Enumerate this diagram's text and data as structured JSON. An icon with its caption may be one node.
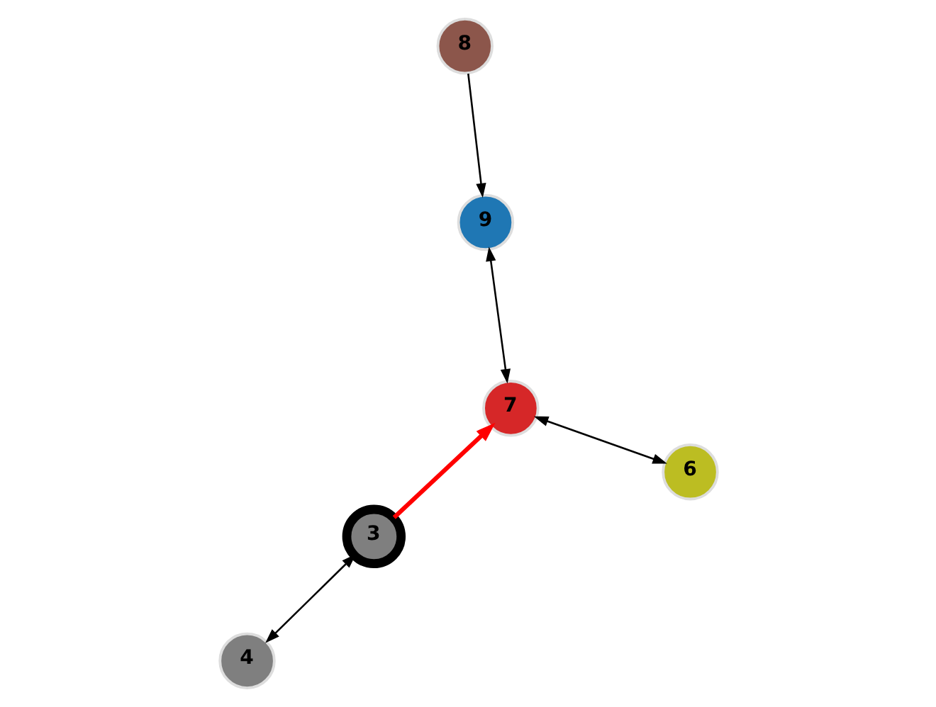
{
  "diagram": {
    "nodes": [
      {
        "text": [
          "4"
        ]
      },
      {
        "text": [
          "6"
        ]
      },
      {
        "text": [
          "3"
        ]
      },
      {
        "text": [
          "7"
        ]
      },
      {
        "text": [
          "9"
        ]
      },
      {
        "text": [
          "8"
        ]
      }
    ],
    "edges": [
      {
        "from": 2,
        "to": 0,
        "arrow": "both"
      },
      {
        "from": 2,
        "to": 3,
        "arrow": "to",
        "style": "thick",
        "color": "#ff0000"
      },
      {
        "from": 1,
        "to": 3,
        "arrow": "both"
      },
      {
        "from": 3,
        "to": 4,
        "arrow": "both"
      },
      {
        "from": 5,
        "to": 4,
        "arrow": "to"
      }
    ]
  }
}
